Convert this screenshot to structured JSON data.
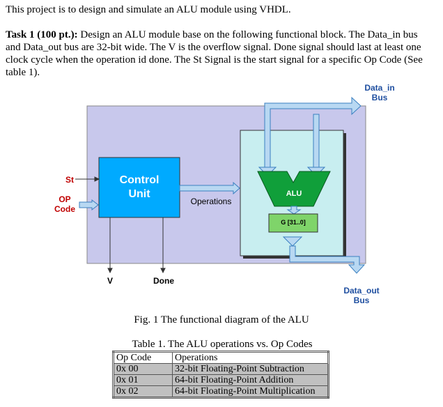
{
  "intro": "This project is to design and simulate an ALU module using VHDL.",
  "task": {
    "heading": "Task 1 (100 pt.):",
    "body": " Design an ALU module base on the following functional block. The Data_in bus and Data_out bus are 32-bit wide.  The V is the overflow signal.  Done signal should last at least one clock cycle when the operation id done.  The St Signal is the start signal for a specific Op Code (See table 1)."
  },
  "diagram": {
    "data_in_line1": "Data_in",
    "data_in_line2": "Bus",
    "data_out_line1": "Data_out",
    "data_out_line2": "Bus",
    "st": "St",
    "op_line1": "OP",
    "op_line2": "Code",
    "control_line1": "Control",
    "control_line2": "Unit",
    "operations": "Operations",
    "alu": "ALU",
    "g": "G [31..0]",
    "v": "V",
    "done": "Done",
    "colors": {
      "outer": "#c8c8ec",
      "inner": "#c8eef0",
      "control": "#00aaff",
      "alu": "#109f3a",
      "g_box": "#7fd46a",
      "bus": "#b8d8f2"
    }
  },
  "caption": "Fig. 1 The functional diagram of the ALU",
  "table": {
    "title": "Table 1.  The ALU operations vs. Op Codes",
    "headers": [
      "Op Code",
      "Operations"
    ],
    "rows": [
      [
        "0x 00",
        "32-bit Floating-Point Subtraction"
      ],
      [
        "0x 01",
        "64-bit Floating-Point Addition"
      ],
      [
        "0x 02",
        "64-bit Floating-Point Multiplication"
      ]
    ]
  }
}
